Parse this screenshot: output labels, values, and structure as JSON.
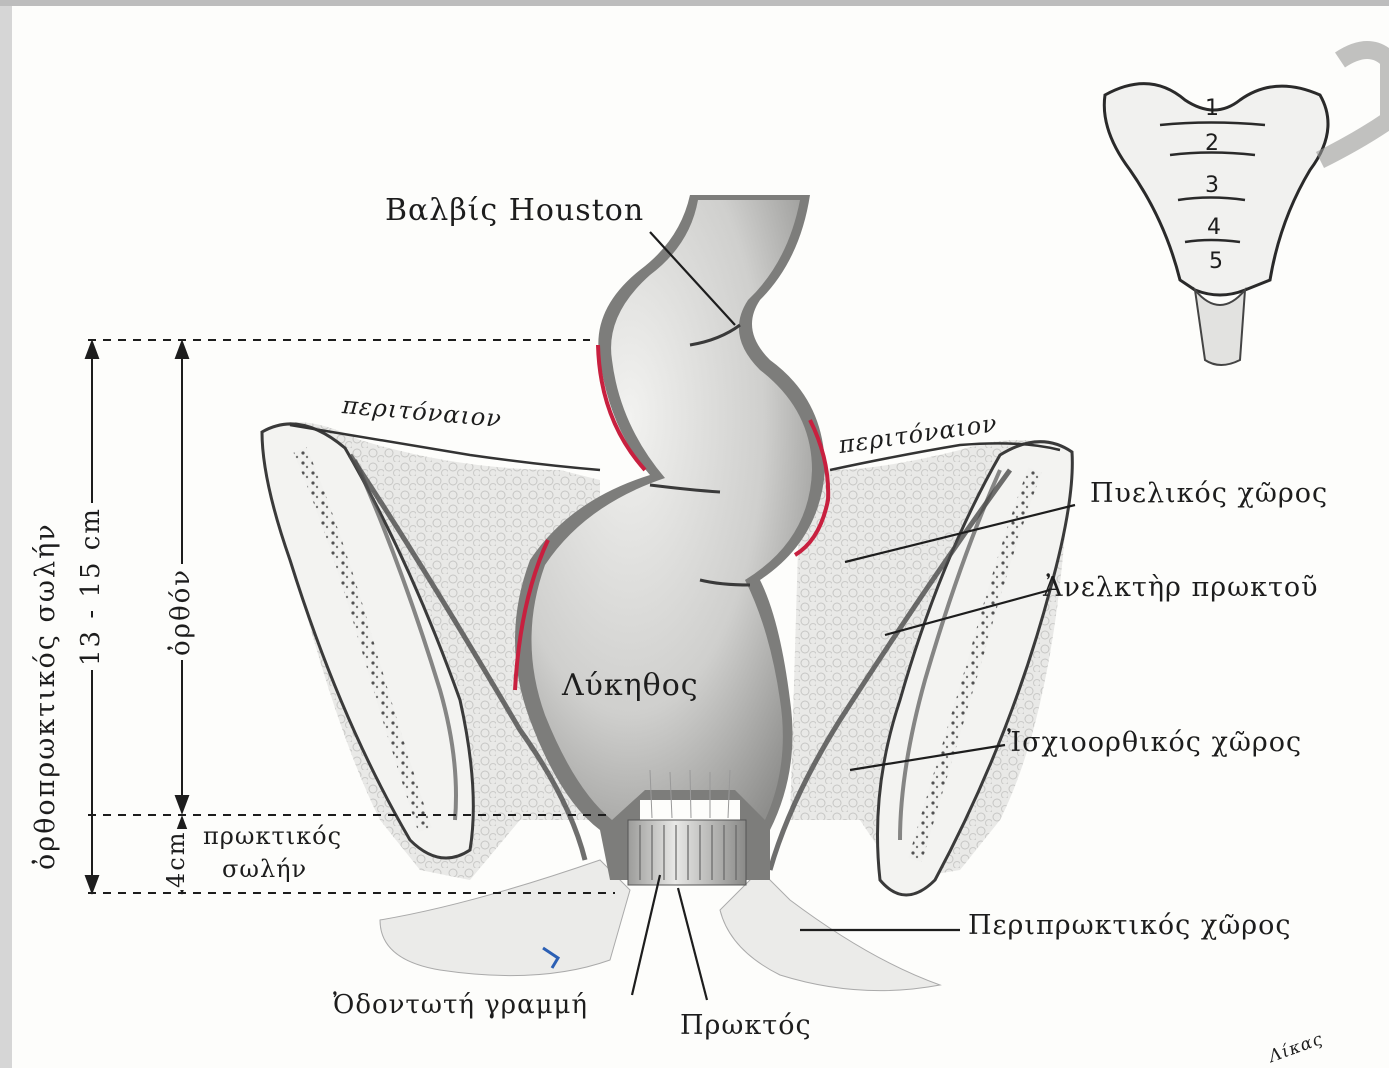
{
  "labels": {
    "houston": "Βαλβίς Houston",
    "peritoneum_left": "περιτόναιον",
    "peritoneum_right": "περιτόναιον",
    "pelvic_space": "Πυελικός χῶρος",
    "levator_ani": "Ἀνελκτὴρ πρωκτοῦ",
    "rectal_ampulla": "Λύκηθος",
    "ischiorectal_space": "Ἰσχιοορθικός χῶρος",
    "perianal_space": "Περιπρωκτικός χῶρος",
    "dentate_line": "Ὀδοντωτή γραμμή",
    "anus": "Πρωκτός",
    "anal_canal": "πρωκτικός",
    "anal_canal_2": "σωλήν",
    "rectum": "ὀρθόν",
    "rectal_length": "13 - 15 cm",
    "anorectal_canal": "ὀρθοπρωκτικός σωλήν",
    "anal_length": "4cm",
    "signature": "Λίκας"
  },
  "sacrum_numbers": [
    "1",
    "2",
    "3",
    "4",
    "5"
  ],
  "colors": {
    "peritoneum": "#c8203f",
    "ink": "#1d1d1d",
    "shade": "#9a9a9a"
  }
}
